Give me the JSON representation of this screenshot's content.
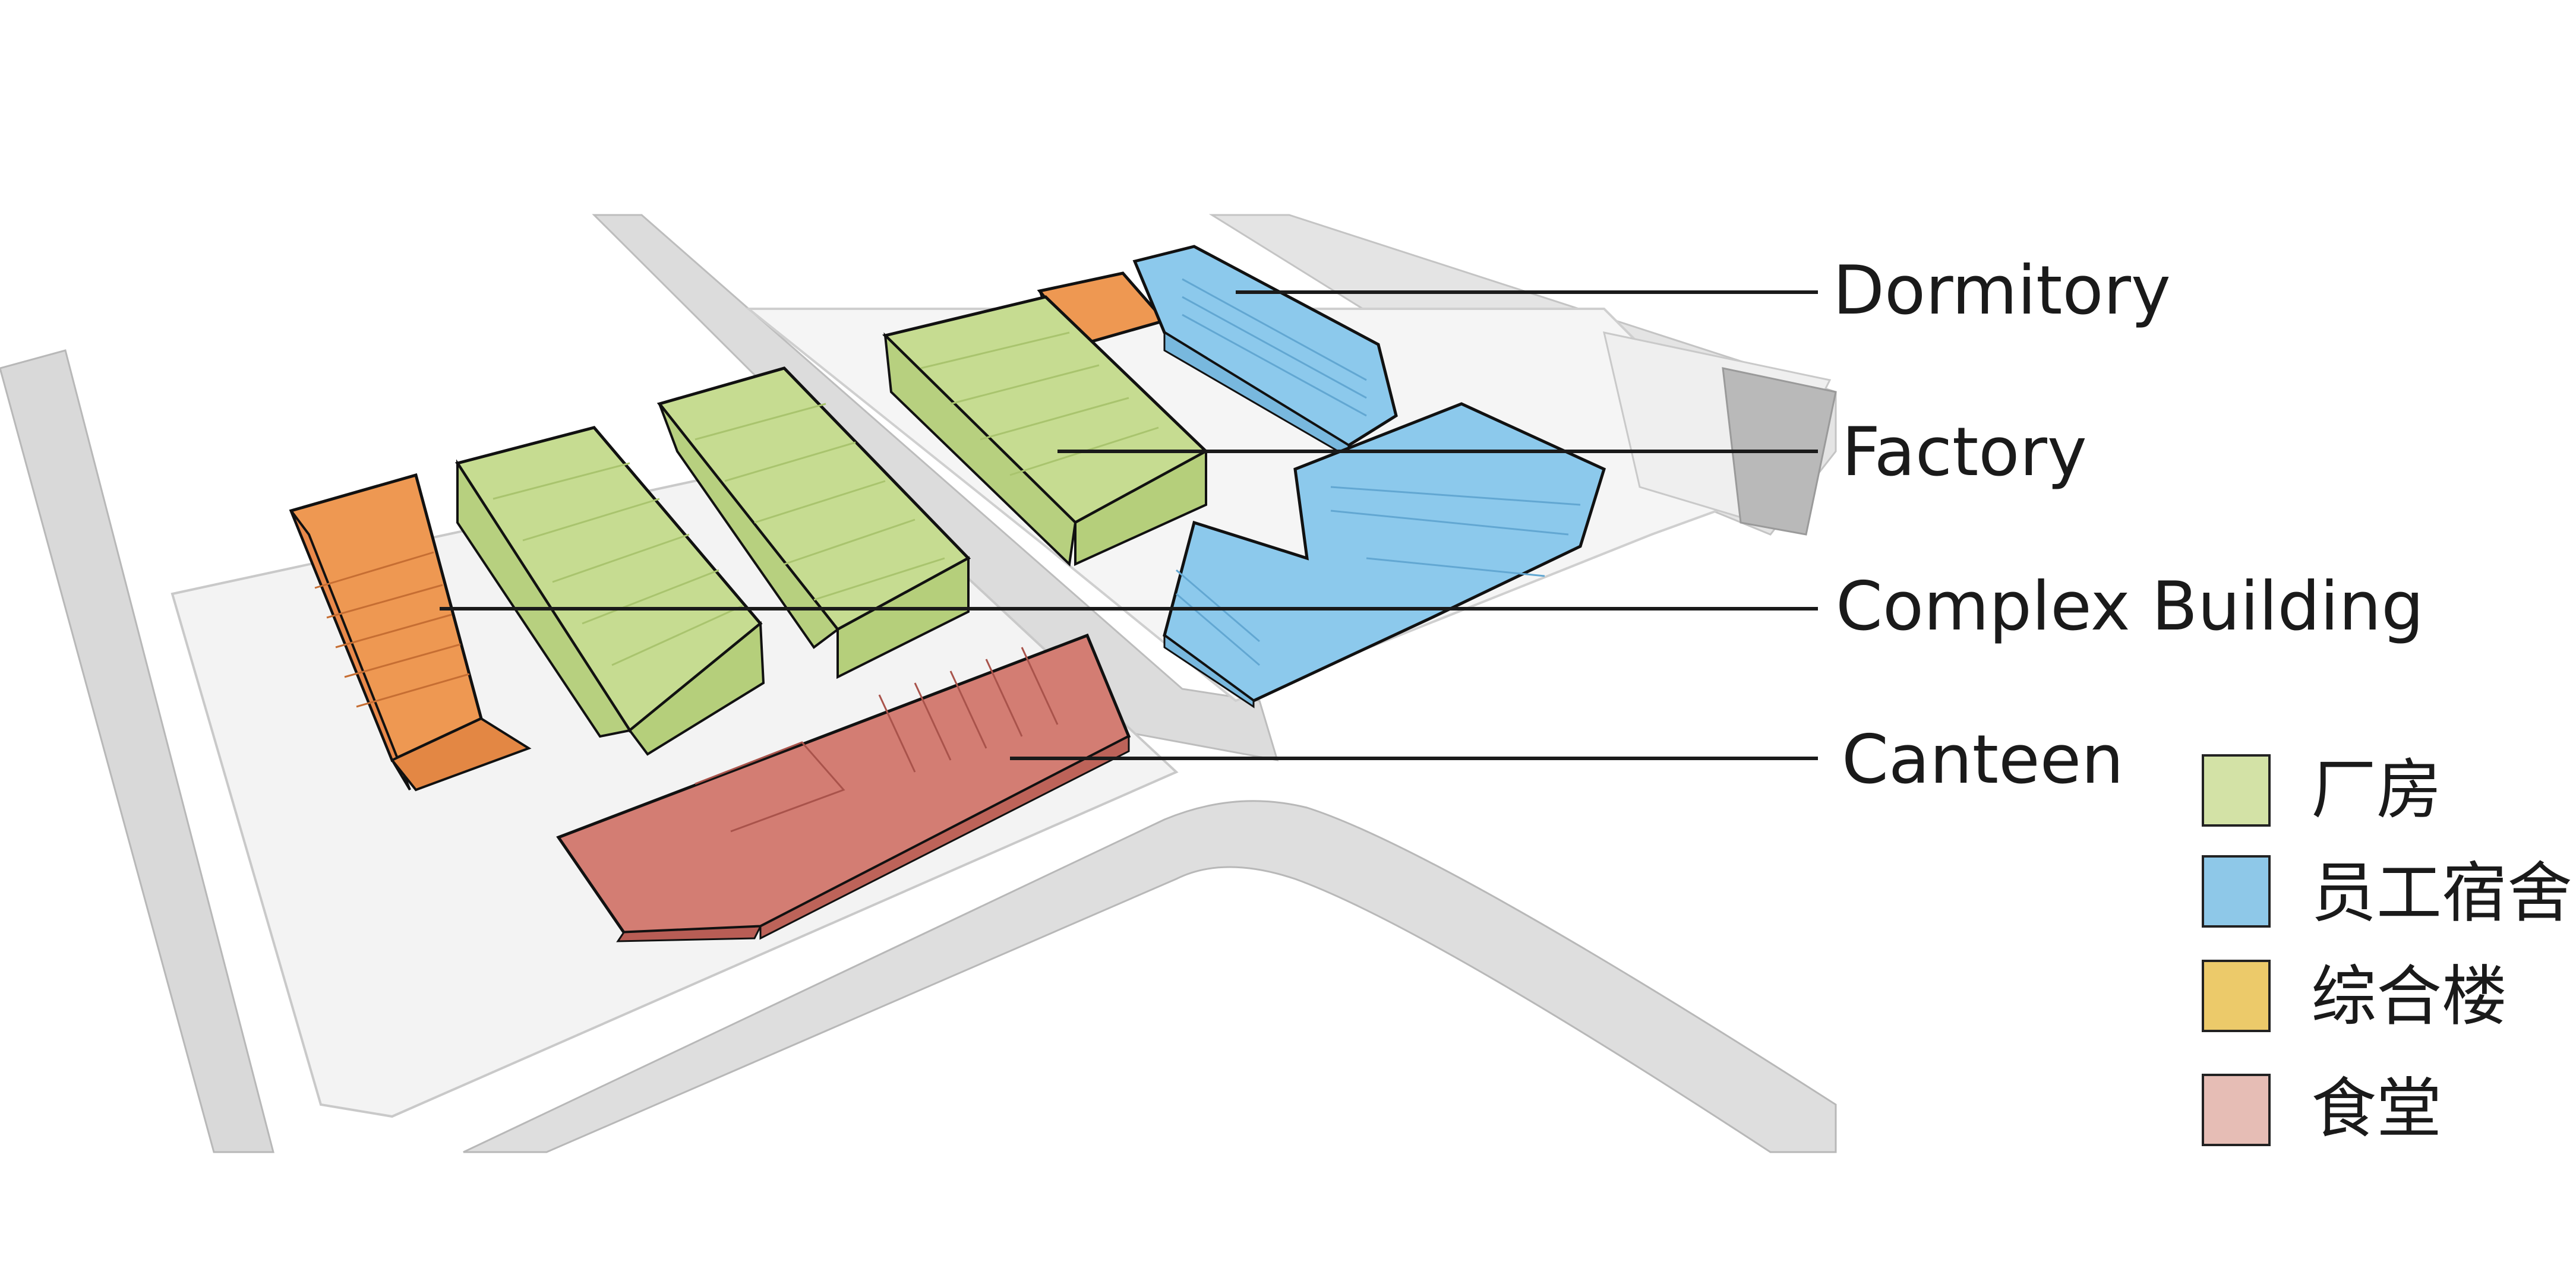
{
  "diagram": {
    "callouts": [
      {
        "id": "dormitory",
        "label": "Dormitory"
      },
      {
        "id": "factory",
        "label": "Factory"
      },
      {
        "id": "complex",
        "label": "Complex Building"
      },
      {
        "id": "canteen",
        "label": "Canteen"
      }
    ],
    "legend": [
      {
        "id": "factory",
        "label": "厂房",
        "color": "#d3e2a6"
      },
      {
        "id": "dormitory",
        "label": "员工宿舍",
        "color": "#8ec8e8"
      },
      {
        "id": "complex",
        "label": "综合楼",
        "color": "#ecca6a"
      },
      {
        "id": "canteen",
        "label": "食堂",
        "color": "#e6bdb5"
      }
    ],
    "colors": {
      "factory_fill": "#c6dc91",
      "dormitory_fill": "#8cc9ec",
      "complex_fill": "#ee9852",
      "canteen_fill": "#d37d73",
      "road_fill": "#d6d6d6",
      "outline": "#111111"
    }
  }
}
